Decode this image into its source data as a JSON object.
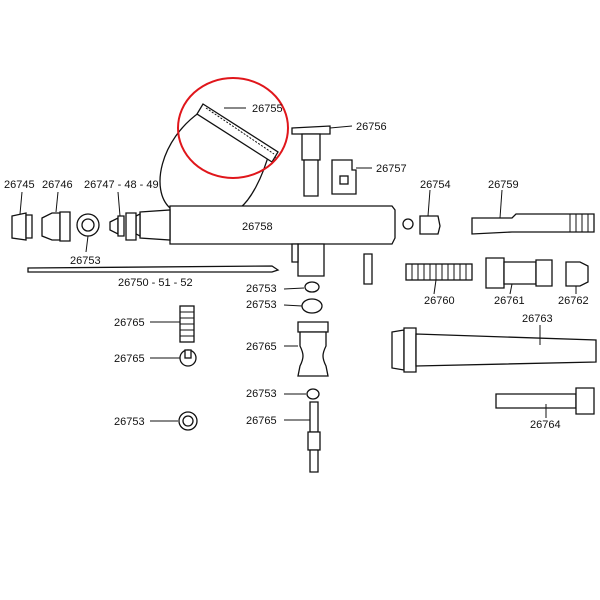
{
  "diagram": {
    "highlight_color": "#e0161b",
    "line_color": "#111111",
    "labels": {
      "p26745": "26745",
      "p26746": "26746",
      "p26747": "26747 - 48 - 49",
      "p26753_nozzle": "26753",
      "p26750": "26750 - 51 - 52",
      "p26755": "26755",
      "p26756": "26756",
      "p26757": "26757",
      "p26754": "26754",
      "p26759": "26759",
      "p26758": "26758",
      "p26760": "26760",
      "p26761": "26761",
      "p26762": "26762",
      "p26763": "26763",
      "p26764": "26764",
      "p26753_a": "26753",
      "p26753_b": "26753",
      "p26765_valve": "26765",
      "p26753_c": "26753",
      "p26765_stem": "26765",
      "p26765_spring": "26765",
      "p26765_clip": "26765",
      "p26753_d": "26753"
    }
  }
}
